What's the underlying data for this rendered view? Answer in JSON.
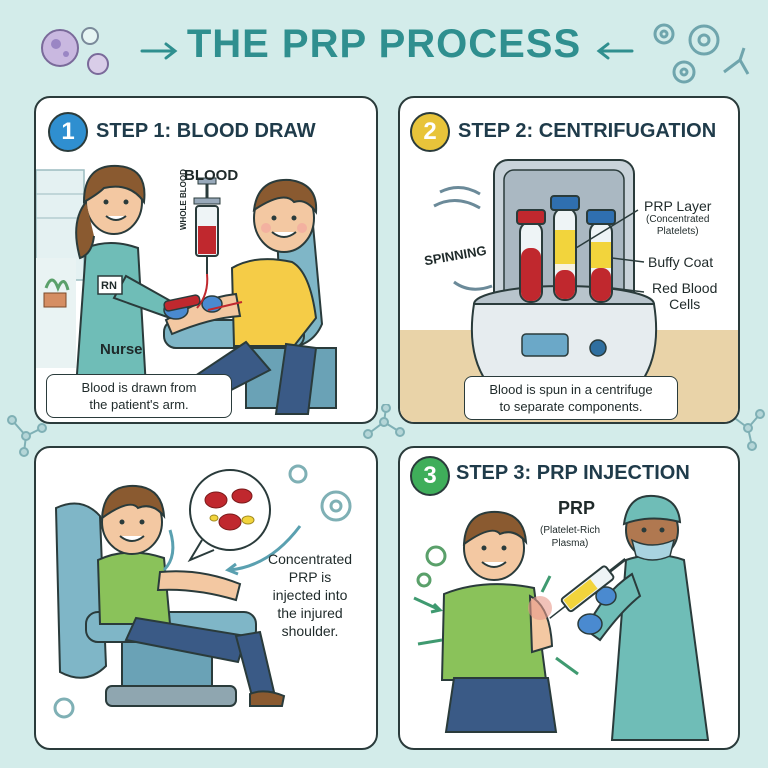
{
  "title": "THE PRP PROCESS",
  "colors": {
    "background": "#d3ecea",
    "title": "#2f8f8f",
    "step1_badge": "#2f8fd0",
    "step2_badge": "#e8c43a",
    "step3_badge": "#3fae5a",
    "blood": "#c0282e",
    "plasma": "#f2d43c"
  },
  "step1": {
    "badge": "1",
    "title": "STEP 1: BLOOD DRAW",
    "label_blood": "BLOOD",
    "label_syringe": "WHOLE BLOOD",
    "badge_rn": "RN",
    "label_nurse": "Nurse",
    "caption": [
      "Blood is drawn from",
      "the patient's arm."
    ]
  },
  "step2": {
    "badge": "2",
    "title": "STEP 2: CENTRIFUGATION",
    "label_spinning": "SPINNING",
    "label_prp_layer": "PRP Layer",
    "label_prp_detail": [
      "(Concentrated",
      "Platelets)"
    ],
    "label_buffy": "Buffy Coat",
    "label_rbc": [
      "Red Blood",
      "Cells"
    ],
    "caption": [
      "Blood is spun in a centrifuge",
      "to separate components."
    ]
  },
  "step_injected": {
    "text": [
      "Concentrated",
      "PRP is",
      "injected into",
      "the injured",
      "shoulder."
    ]
  },
  "step3": {
    "badge": "3",
    "title": "STEP 3: PRP INJECTION",
    "label_prp": "PRP",
    "label_prp_detail": [
      "(Platelet-Rich",
      "Plasma)"
    ]
  }
}
